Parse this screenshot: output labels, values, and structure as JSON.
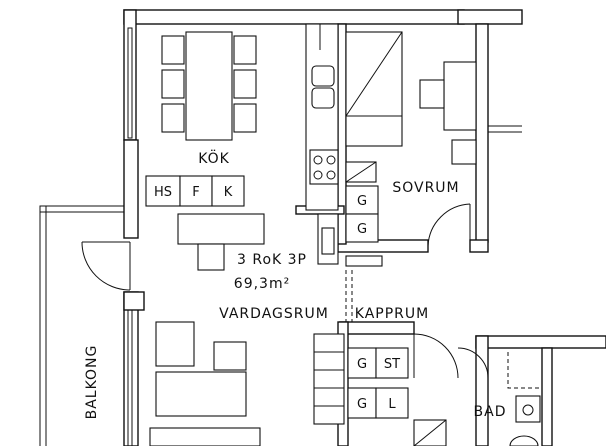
{
  "rooms": {
    "kok": "KÖK",
    "sovrum": "SOVRUM",
    "vardagsrum": "VARDAGSRUM",
    "kapprum": "KAPPRUM",
    "bad": "BAD",
    "balkong": "BALKONG"
  },
  "apartment": {
    "type": "3 RoK 3P",
    "area": "69,3m²"
  },
  "kitchen_units": [
    "HS",
    "F",
    "K"
  ],
  "sovrum_wardrobe": [
    "G",
    "G"
  ],
  "kapprum_wardrobe": [
    [
      "G",
      "ST"
    ],
    [
      "G",
      "L"
    ]
  ]
}
